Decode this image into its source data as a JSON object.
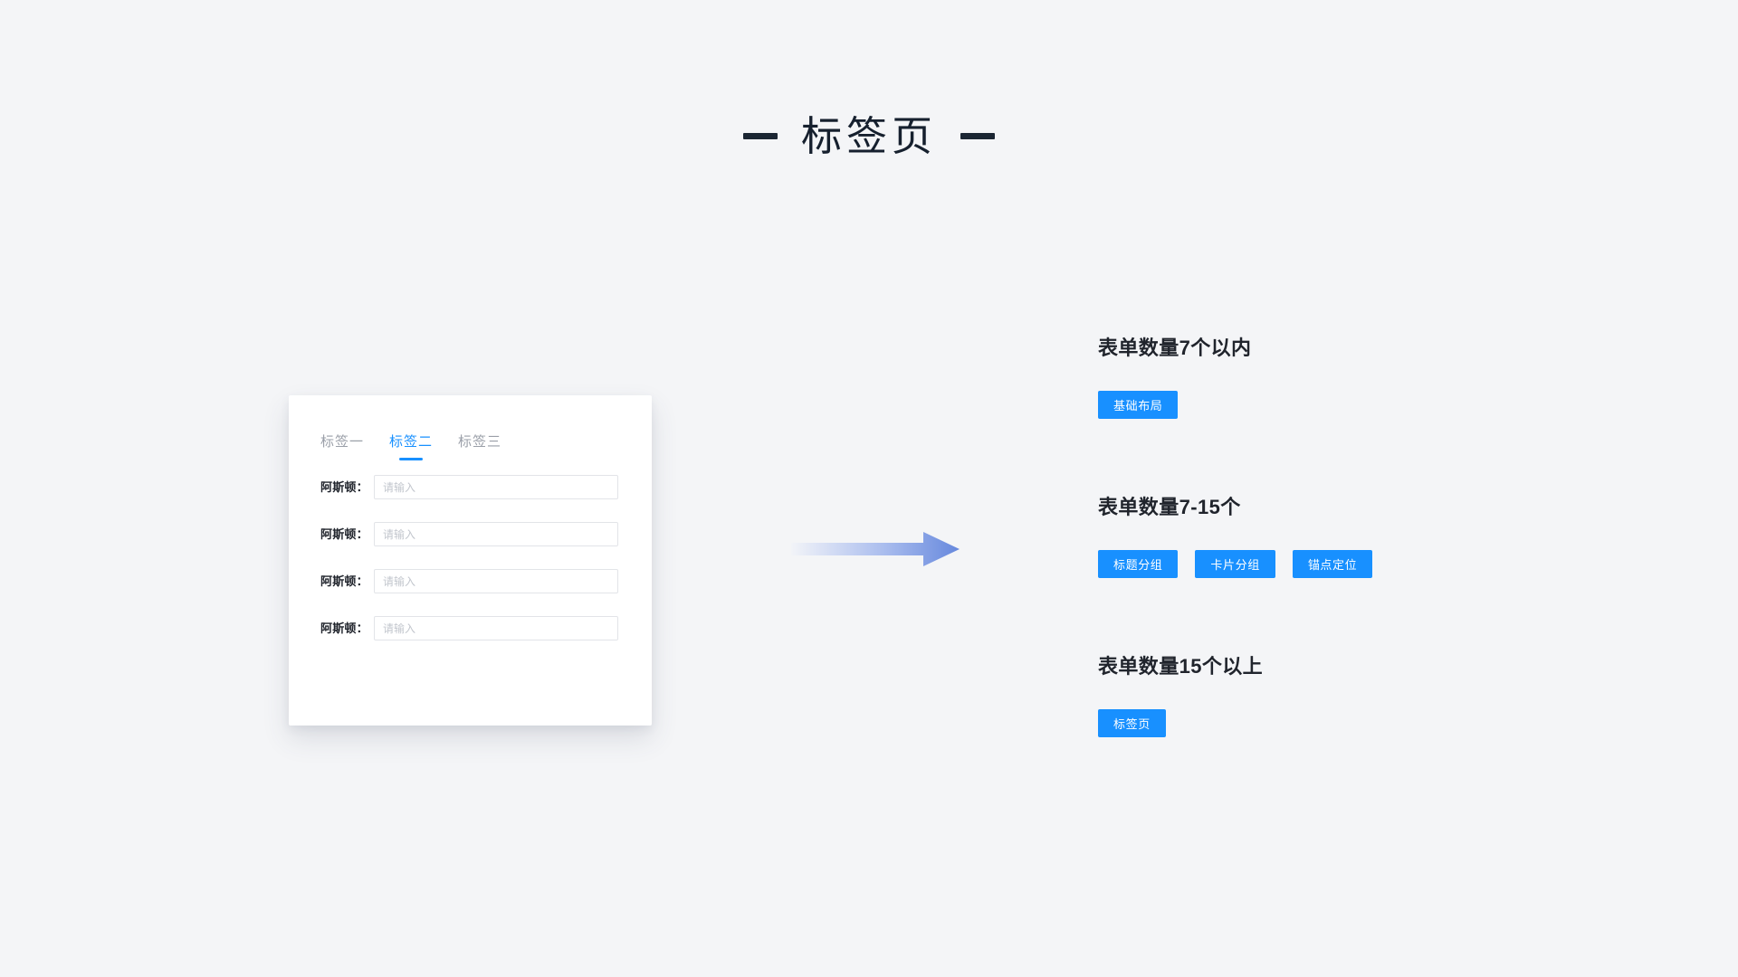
{
  "page": {
    "background_color": "#f4f5f7",
    "accent_color": "#1890ff",
    "title": "标签页",
    "title_dash_left": "",
    "title_dash_right": "",
    "title_color": "#16202e"
  },
  "preview_card": {
    "tabs": [
      {
        "label": "标签一",
        "active": false
      },
      {
        "label": "标签二",
        "active": true
      },
      {
        "label": "标签三",
        "active": false
      }
    ],
    "form_rows": [
      {
        "label": "阿斯顿：",
        "value": "",
        "placeholder": "请输入"
      },
      {
        "label": "阿斯顿：",
        "value": "",
        "placeholder": "请输入"
      },
      {
        "label": "阿斯顿：",
        "value": "",
        "placeholder": "请输入"
      },
      {
        "label": "阿斯顿：",
        "value": "",
        "placeholder": "请输入"
      }
    ]
  },
  "arrow": {
    "direction": "right",
    "start_color": "#f2f4f8",
    "end_color": "#6688dd"
  },
  "guide": {
    "groups": [
      {
        "heading": "表单数量7个以内",
        "buttons": [
          {
            "label": "基础布局"
          }
        ]
      },
      {
        "heading": "表单数量7-15个",
        "buttons": [
          {
            "label": "标题分组"
          },
          {
            "label": "卡片分组"
          },
          {
            "label": "锚点定位"
          }
        ]
      },
      {
        "heading": "表单数量15个以上",
        "buttons": [
          {
            "label": "标签页"
          }
        ]
      }
    ]
  }
}
